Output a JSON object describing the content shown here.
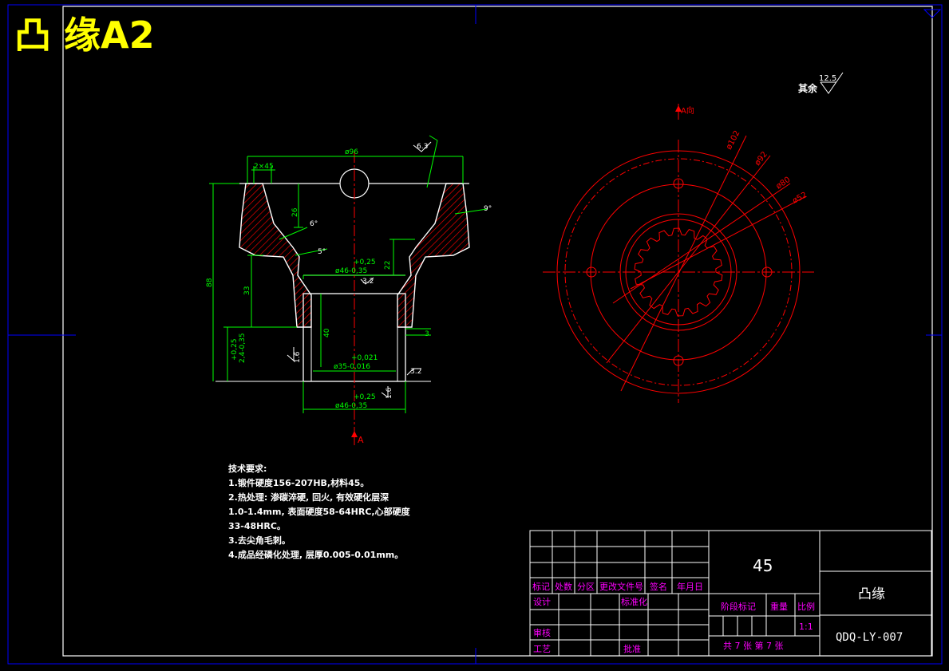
{
  "title": "凸 缘A2",
  "roughness_note": {
    "prefix": "其余",
    "value": "12.5"
  },
  "section_label": "A",
  "view_label": "A向",
  "section_view": {
    "dim_top_diameter": "ø96",
    "dim_chamfer": "2×45",
    "dim_26": "26",
    "dim_angle_6": "6°",
    "dim_angle_5": "5°",
    "dim_angle_9": "9°",
    "dim_angle_top": "6.3",
    "dim_22": "22",
    "dim_upper_tol_plus": "+0,25",
    "dim_upper_bore": "ø46-0,35",
    "dim_rough_32": "3.2",
    "dim_88": "88",
    "dim_33": "33",
    "dim_40": "40",
    "dim_3": "3",
    "dim_side_tol": "+0,25",
    "dim_side_val": "2,4-0,35",
    "dim_bore_tol": "+0,021",
    "dim_bore": "ø35-0,016",
    "dim_rough_16a": "1.6",
    "dim_rough_32b": "3.2",
    "dim_rough_16b": "1.6",
    "dim_lower_tol_plus": "+0,25",
    "dim_lower_bore": "ø46-0,35"
  },
  "end_view": {
    "dim_d102": "ø102",
    "dim_d92": "ø92",
    "dim_d80": "ø80",
    "dim_d52": "ø52"
  },
  "notes": {
    "heading": "技术要求:",
    "lines": [
      "1.锻件硬度156-207HB,材料45。",
      "2.热处理: 渗碳淬硬, 回火, 有效硬化层深",
      "1.0-1.4mm, 表面硬度58-64HRC,心部硬度",
      "33-48HRC。",
      "3.去尖角毛刺。",
      "4.成品经磷化处理, 层厚0.005-0.01mm。"
    ]
  },
  "title_block": {
    "material": "45",
    "part_name": "凸缘",
    "drawing_no": "QDQ-LY-007",
    "labels": {
      "biaoji": "标记",
      "chushu": "处数",
      "fenqu": "分区",
      "gengai": "更改文件号",
      "qianming": "签名",
      "nianyueri": "年月日",
      "sheji": "设计",
      "biaozhunhua": "标准化",
      "jieduan": "阶段标记",
      "zhongliang": "重量",
      "bili": "比例",
      "scale_value": "1:1",
      "shenhe": "审核",
      "gongyi": "工艺",
      "pizhun": "批准",
      "sheets": "共 7 张 第 7 张"
    }
  },
  "colors": {
    "outline": "#ffffff",
    "section": "#ff0000",
    "dimension": "#00ff00",
    "frame": "#0000ff",
    "title_text": "#ffff00",
    "table_text": "#ff00ff"
  }
}
